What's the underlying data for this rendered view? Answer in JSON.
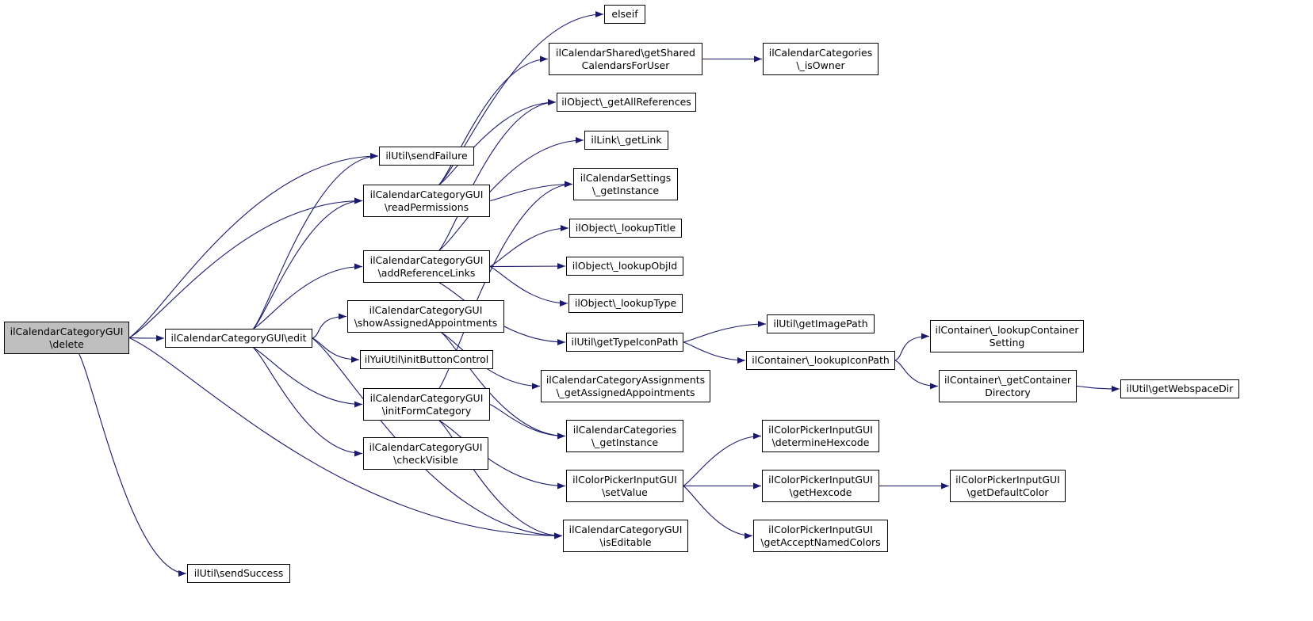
{
  "diagram": {
    "colors": {
      "edge": "#191970",
      "root_fill": "#bfbfbf",
      "node_fill": "#ffffff",
      "border": "#000000"
    },
    "nodes": [
      {
        "id": "delete",
        "lines": [
          "ilCalendarCategoryGUI",
          "\\delete"
        ],
        "root": true
      },
      {
        "id": "edit",
        "lines": [
          "ilCalendarCategoryGUI\\edit"
        ]
      },
      {
        "id": "sendFailure",
        "lines": [
          "ilUtil\\sendFailure"
        ]
      },
      {
        "id": "readPermissions",
        "lines": [
          "ilCalendarCategoryGUI",
          "\\readPermissions"
        ]
      },
      {
        "id": "addReferenceLinks",
        "lines": [
          "ilCalendarCategoryGUI",
          "\\addReferenceLinks"
        ]
      },
      {
        "id": "showAssigned",
        "lines": [
          "ilCalendarCategoryGUI",
          "\\showAssignedAppointments"
        ]
      },
      {
        "id": "initButton",
        "lines": [
          "ilYuiUtil\\initButtonControl"
        ]
      },
      {
        "id": "initFormCategory",
        "lines": [
          "ilCalendarCategoryGUI",
          "\\initFormCategory"
        ]
      },
      {
        "id": "checkVisible",
        "lines": [
          "ilCalendarCategoryGUI",
          "\\checkVisible"
        ]
      },
      {
        "id": "sendSuccess",
        "lines": [
          "ilUtil\\sendSuccess"
        ]
      },
      {
        "id": "elseif",
        "lines": [
          "elseif"
        ]
      },
      {
        "id": "getShared",
        "lines": [
          "ilCalendarShared\\getShared",
          "CalendarsForUser"
        ]
      },
      {
        "id": "getAllRefs",
        "lines": [
          "ilObject\\_getAllReferences"
        ]
      },
      {
        "id": "getLink",
        "lines": [
          "ilLink\\_getLink"
        ]
      },
      {
        "id": "settingsInst",
        "lines": [
          "ilCalendarSettings",
          "\\_getInstance"
        ]
      },
      {
        "id": "lookupTitle",
        "lines": [
          "ilObject\\_lookupTitle"
        ]
      },
      {
        "id": "lookupObjId",
        "lines": [
          "ilObject\\_lookupObjId"
        ]
      },
      {
        "id": "lookupType",
        "lines": [
          "ilObject\\_lookupType"
        ]
      },
      {
        "id": "typeIconPath",
        "lines": [
          "ilUtil\\getTypeIconPath"
        ]
      },
      {
        "id": "catAssign",
        "lines": [
          "ilCalendarCategoryAssignments",
          "\\_getAssignedAppointments"
        ]
      },
      {
        "id": "catInst",
        "lines": [
          "ilCalendarCategories",
          "\\_getInstance"
        ]
      },
      {
        "id": "setValue",
        "lines": [
          "ilColorPickerInputGUI",
          "\\setValue"
        ]
      },
      {
        "id": "isEditable",
        "lines": [
          "ilCalendarCategoryGUI",
          "\\isEditable"
        ]
      },
      {
        "id": "isOwner",
        "lines": [
          "ilCalendarCategories",
          "\\_isOwner"
        ]
      },
      {
        "id": "imagePath",
        "lines": [
          "ilUtil\\getImagePath"
        ]
      },
      {
        "id": "lookupIconPath",
        "lines": [
          "ilContainer\\_lookupIconPath"
        ]
      },
      {
        "id": "determineHex",
        "lines": [
          "ilColorPickerInputGUI",
          "\\determineHexcode"
        ]
      },
      {
        "id": "getHexcode",
        "lines": [
          "ilColorPickerInputGUI",
          "\\getHexcode"
        ]
      },
      {
        "id": "acceptNamed",
        "lines": [
          "ilColorPickerInputGUI",
          "\\getAcceptNamedColors"
        ]
      },
      {
        "id": "lookupContSetting",
        "lines": [
          "ilContainer\\_lookupContainer",
          "Setting"
        ]
      },
      {
        "id": "contDir",
        "lines": [
          "ilContainer\\_getContainer",
          "Directory"
        ]
      },
      {
        "id": "defaultColor",
        "lines": [
          "ilColorPickerInputGUI",
          "\\getDefaultColor"
        ]
      },
      {
        "id": "webspaceDir",
        "lines": [
          "ilUtil\\getWebspaceDir"
        ]
      }
    ],
    "edges": [
      [
        "delete",
        "edit"
      ],
      [
        "delete",
        "sendFailure"
      ],
      [
        "delete",
        "readPermissions"
      ],
      [
        "delete",
        "isEditable"
      ],
      [
        "delete",
        "sendSuccess"
      ],
      [
        "edit",
        "sendFailure"
      ],
      [
        "edit",
        "readPermissions"
      ],
      [
        "edit",
        "addReferenceLinks"
      ],
      [
        "edit",
        "showAssigned"
      ],
      [
        "edit",
        "initButton"
      ],
      [
        "edit",
        "initFormCategory"
      ],
      [
        "edit",
        "checkVisible"
      ],
      [
        "edit",
        "isEditable"
      ],
      [
        "readPermissions",
        "elseif"
      ],
      [
        "readPermissions",
        "getShared"
      ],
      [
        "readPermissions",
        "getAllRefs"
      ],
      [
        "readPermissions",
        "settingsInst"
      ],
      [
        "addReferenceLinks",
        "getAllRefs"
      ],
      [
        "addReferenceLinks",
        "getLink"
      ],
      [
        "addReferenceLinks",
        "lookupTitle"
      ],
      [
        "addReferenceLinks",
        "lookupObjId"
      ],
      [
        "addReferenceLinks",
        "lookupType"
      ],
      [
        "addReferenceLinks",
        "typeIconPath"
      ],
      [
        "showAssigned",
        "catAssign"
      ],
      [
        "showAssigned",
        "catInst"
      ],
      [
        "initFormCategory",
        "settingsInst"
      ],
      [
        "initFormCategory",
        "catInst"
      ],
      [
        "initFormCategory",
        "setValue"
      ],
      [
        "initFormCategory",
        "isEditable"
      ],
      [
        "getShared",
        "isOwner"
      ],
      [
        "typeIconPath",
        "imagePath"
      ],
      [
        "typeIconPath",
        "lookupIconPath"
      ],
      [
        "lookupIconPath",
        "lookupContSetting"
      ],
      [
        "lookupIconPath",
        "contDir"
      ],
      [
        "contDir",
        "webspaceDir"
      ],
      [
        "setValue",
        "determineHex"
      ],
      [
        "setValue",
        "getHexcode"
      ],
      [
        "setValue",
        "acceptNamed"
      ],
      [
        "getHexcode",
        "defaultColor"
      ]
    ]
  }
}
